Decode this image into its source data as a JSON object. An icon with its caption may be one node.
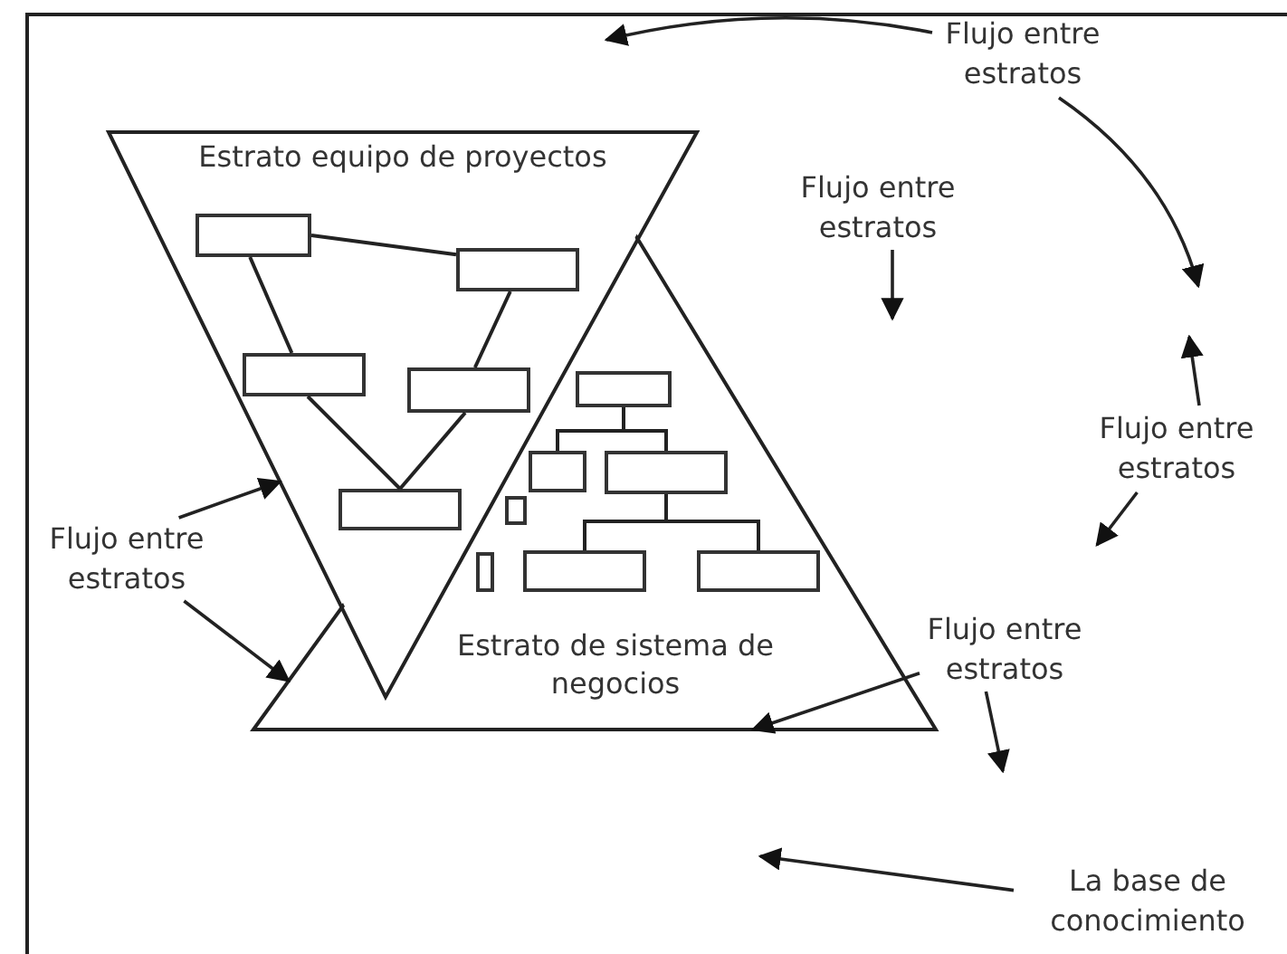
{
  "diagram": {
    "nodes": [
      {
        "text": [
          "Estrato equipo de proyectos"
        ]
      },
      {
        "text": [],
        "shape": "box",
        "in": 0
      },
      {
        "text": [],
        "shape": "box",
        "in": 0
      },
      {
        "text": [],
        "shape": "box",
        "in": 0
      },
      {
        "text": [],
        "shape": "box",
        "in": 0
      },
      {
        "text": [],
        "shape": "box",
        "in": 0
      },
      {
        "text": [
          "Estrato de sistema de negocios"
        ]
      },
      {
        "text": [],
        "shape": "box",
        "in": 6
      },
      {
        "text": [],
        "shape": "box",
        "in": 6
      },
      {
        "text": [],
        "shape": "box",
        "in": 6
      },
      {
        "text": [],
        "shape": "box",
        "in": 6
      },
      {
        "text": [],
        "shape": "box",
        "in": 6
      },
      {
        "text": [],
        "shape": "box",
        "in": 6
      },
      {
        "text": [],
        "shape": "box",
        "in": 6
      },
      {
        "text": [
          "Flujo entre estratos"
        ]
      },
      {
        "text": [
          "Flujo entre estratos"
        ]
      },
      {
        "text": [
          "Flujo entre estratos"
        ]
      },
      {
        "text": [
          "Flujo entre estratos"
        ]
      },
      {
        "text": [
          "Flujo entre estratos"
        ]
      },
      {
        "text": [
          "La base de conocimiento"
        ]
      }
    ],
    "edges": [
      {
        "from": 1,
        "to": 2,
        "arrow": "none"
      },
      {
        "from": 1,
        "to": 3,
        "arrow": "none"
      },
      {
        "from": 2,
        "to": 4,
        "arrow": "none"
      },
      {
        "from": 3,
        "to": 5,
        "arrow": "none"
      },
      {
        "from": 4,
        "to": 5,
        "arrow": "none"
      },
      {
        "from": 7,
        "to": 8,
        "arrow": "none"
      },
      {
        "from": 7,
        "to": 9,
        "arrow": "none"
      },
      {
        "from": 9,
        "to": 12,
        "arrow": "none"
      },
      {
        "from": 9,
        "to": 13,
        "arrow": "none"
      },
      {
        "from": 14,
        "to": null,
        "arrow": "to"
      },
      {
        "from": 14,
        "to": null,
        "arrow": "to"
      },
      {
        "from": 15,
        "to": null,
        "arrow": "to"
      },
      {
        "from": 16,
        "to": null,
        "arrow": "to"
      },
      {
        "from": 16,
        "to": null,
        "arrow": "to"
      },
      {
        "from": 17,
        "to": 0,
        "arrow": "to"
      },
      {
        "from": 17,
        "to": 6,
        "arrow": "to"
      },
      {
        "from": 18,
        "to": 6,
        "arrow": "to"
      },
      {
        "from": 18,
        "to": null,
        "arrow": "to"
      },
      {
        "from": 19,
        "to": null,
        "arrow": "to"
      }
    ]
  }
}
